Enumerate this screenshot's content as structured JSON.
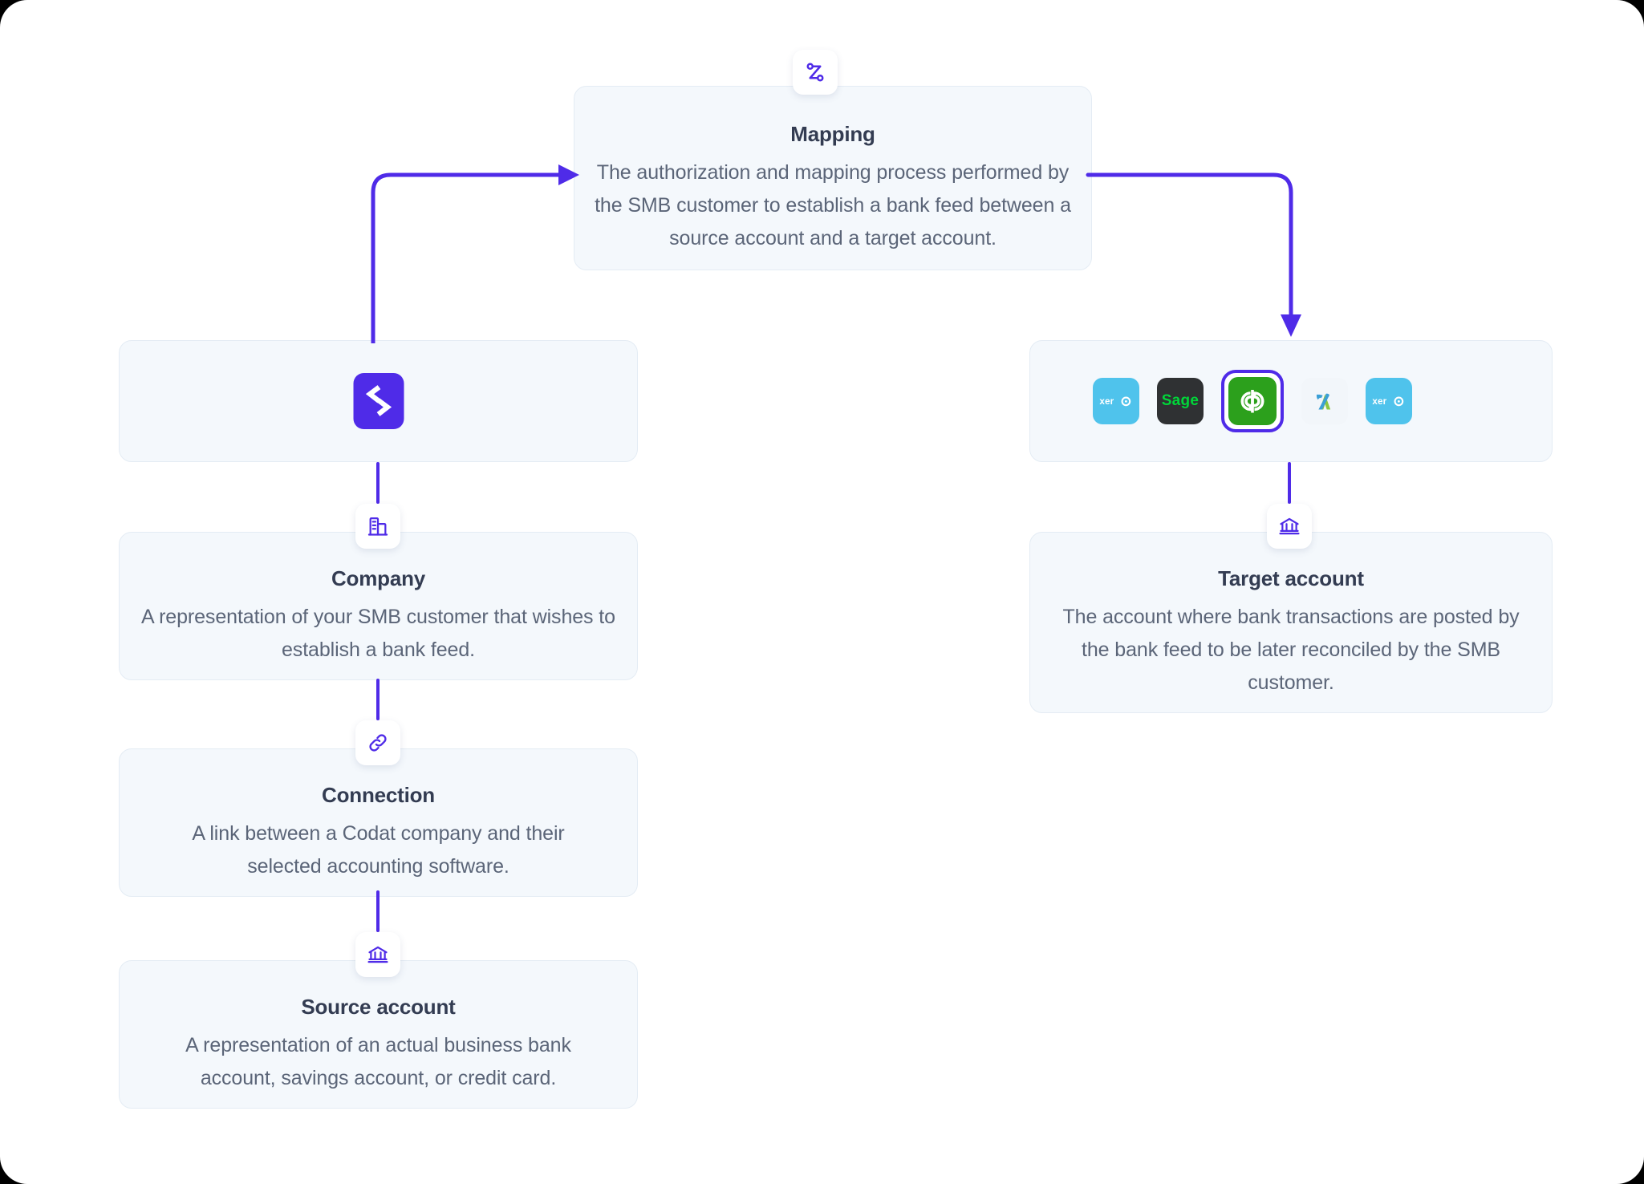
{
  "diagram": {
    "accent_color": "#4F2BE8",
    "card_bg": "#F4F8FC",
    "card_border": "#E4ECF4",
    "title_color": "#333C52",
    "body_color": "#5B6578"
  },
  "mapping": {
    "icon": "mapping-route-icon",
    "title": "Mapping",
    "description": "The authorization and mapping process performed by the SMB customer to establish a bank feed between a source account and a target account."
  },
  "codat": {
    "icon": "codat-logo-icon"
  },
  "software": {
    "tiles": [
      {
        "name": "Xero",
        "icon": "xero-logo-icon",
        "label": "xero",
        "bg": "#4FC3EC",
        "fg": "#FFFFFF",
        "selected": false
      },
      {
        "name": "Sage",
        "icon": "sage-logo-icon",
        "label": "Sage",
        "bg": "#2F3133",
        "fg": "#00D639",
        "selected": false
      },
      {
        "name": "QuickBooks",
        "icon": "quickbooks-logo-icon",
        "label": "qb",
        "bg": "#2CA01C",
        "fg": "#FFFFFF",
        "selected": true
      },
      {
        "name": "FreeAgent",
        "icon": "freeagent-logo-icon",
        "label": "",
        "bg": "#F2F6FA",
        "fg": "#8CC63F",
        "selected": false
      },
      {
        "name": "Xero",
        "icon": "xero-logo-icon",
        "label": "xero",
        "bg": "#4FC3EC",
        "fg": "#FFFFFF",
        "selected": false
      }
    ]
  },
  "company": {
    "icon": "building-icon",
    "title": "Company",
    "description": "A representation of your SMB customer that wishes to establish a bank feed."
  },
  "connection": {
    "icon": "link-icon",
    "title": "Connection",
    "description": "A link between a Codat company and their selected accounting software."
  },
  "source_account": {
    "icon": "bank-icon",
    "title": "Source account",
    "description": "A representation of an actual business bank account, savings account, or credit card."
  },
  "target_account": {
    "icon": "bank-icon",
    "title": "Target account",
    "description": "The account where bank transactions are posted by the bank feed to be later reconciled by the SMB customer."
  }
}
